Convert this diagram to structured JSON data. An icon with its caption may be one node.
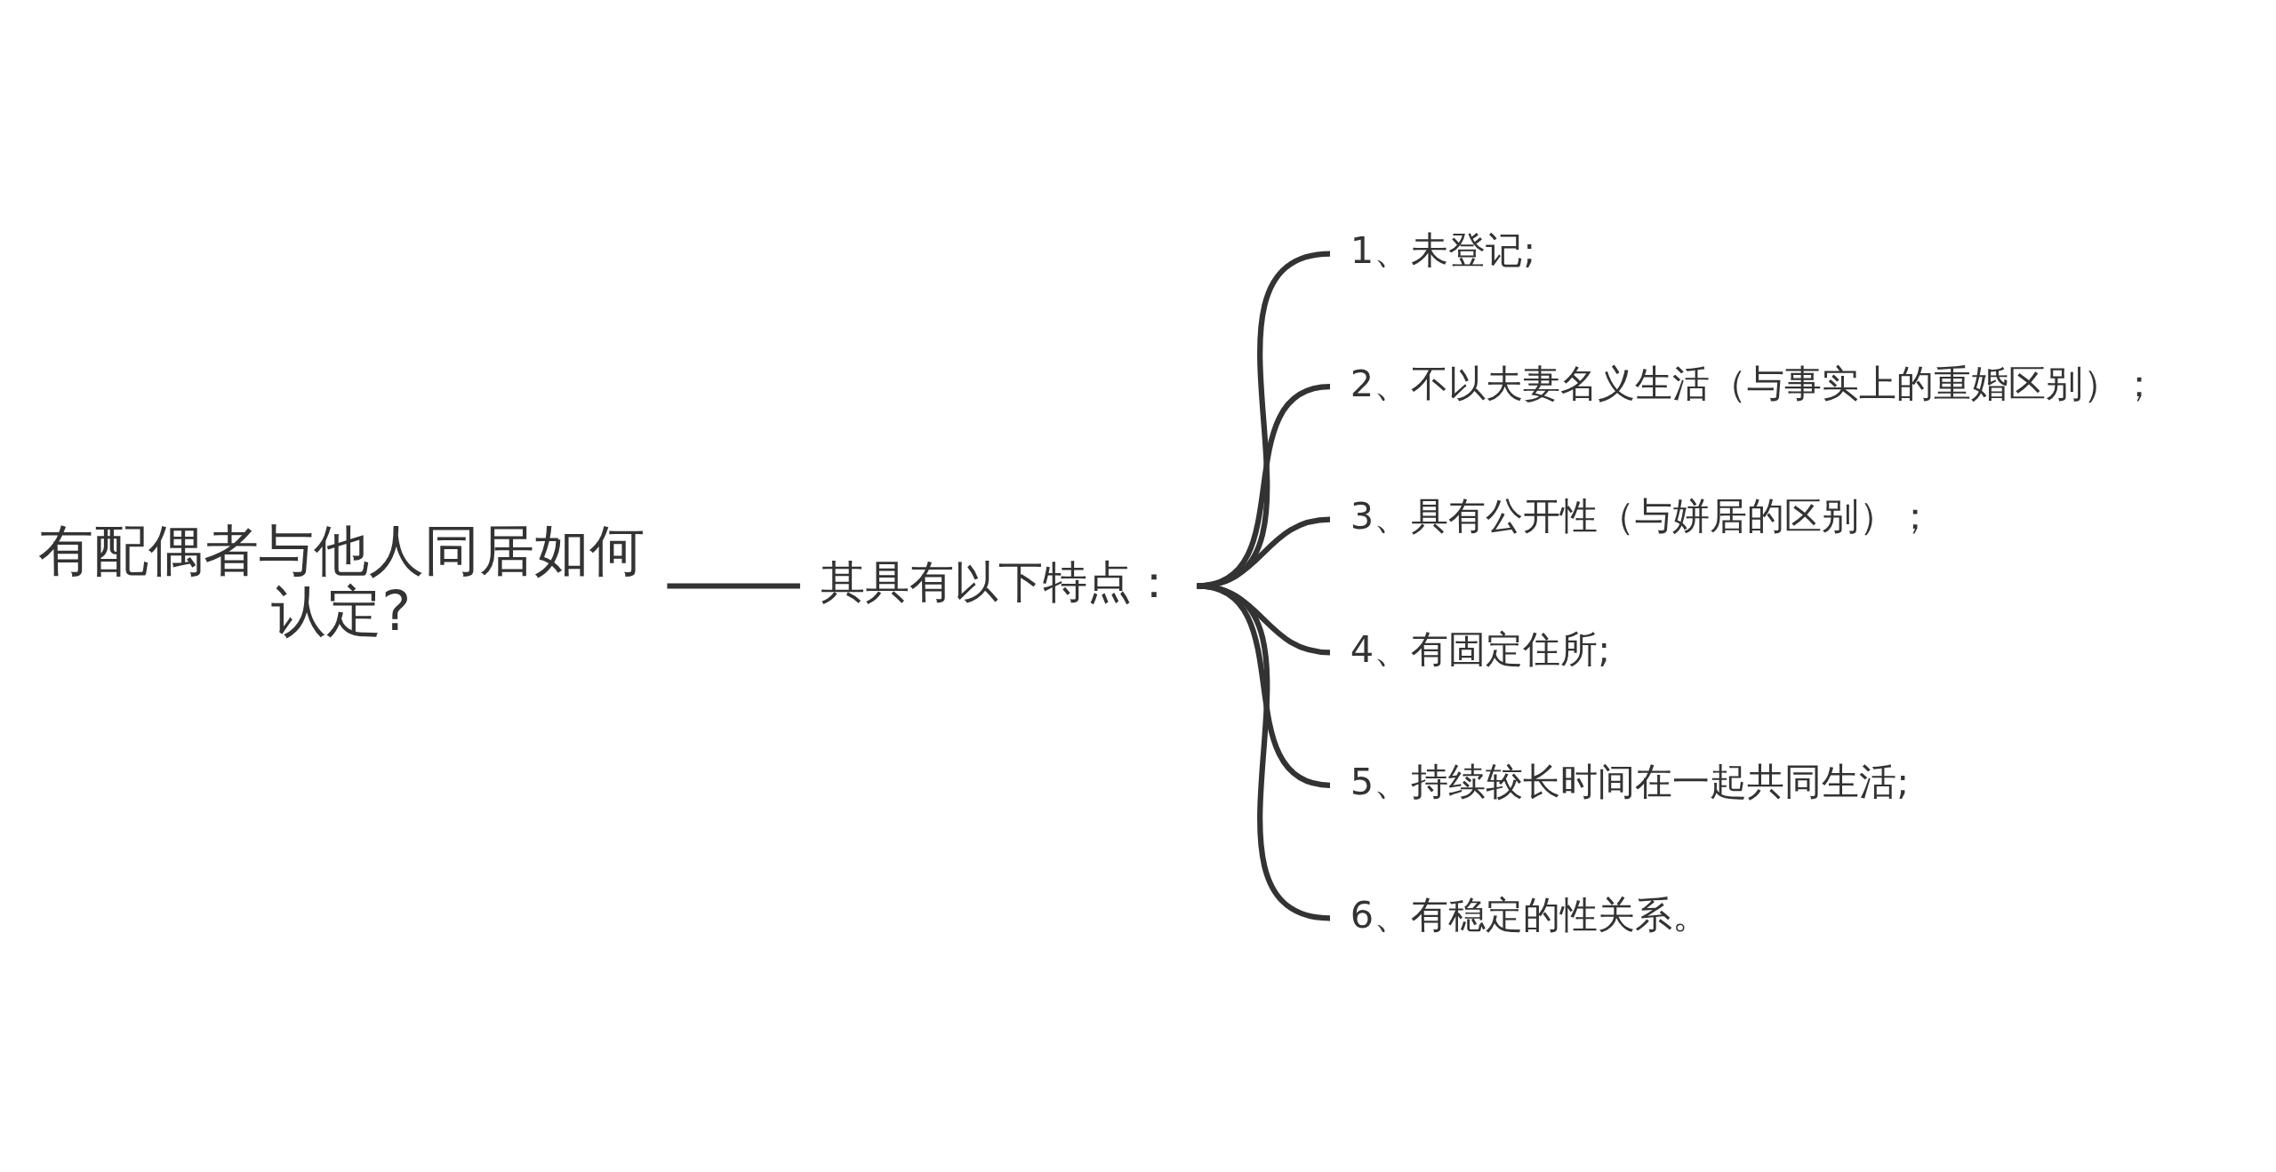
{
  "diagram": {
    "nodes": [
      {
        "text": [
          "有配偶者与他人同居如何认定?"
        ]
      },
      {
        "text": [
          "其具有以下特点："
        ]
      },
      {
        "text": [
          "1、未登记;"
        ]
      },
      {
        "text": [
          "2、不以夫妻名义生活（与事实上的重婚区别）；"
        ]
      },
      {
        "text": [
          "3、具有公开性（与姘居的区别）；"
        ]
      },
      {
        "text": [
          "4、有固定住所;"
        ]
      },
      {
        "text": [
          "5、持续较长时间在一起共同生活;"
        ]
      },
      {
        "text": [
          "6、有稳定的性关系。"
        ]
      }
    ],
    "edges": [
      {
        "from": 0,
        "to": 1,
        "arrow": "none"
      },
      {
        "from": 1,
        "to": 2,
        "arrow": "none"
      },
      {
        "from": 1,
        "to": 3,
        "arrow": "none"
      },
      {
        "from": 1,
        "to": 4,
        "arrow": "none"
      },
      {
        "from": 1,
        "to": 5,
        "arrow": "none"
      },
      {
        "from": 1,
        "to": 6,
        "arrow": "none"
      },
      {
        "from": 1,
        "to": 7,
        "arrow": "none"
      }
    ]
  }
}
